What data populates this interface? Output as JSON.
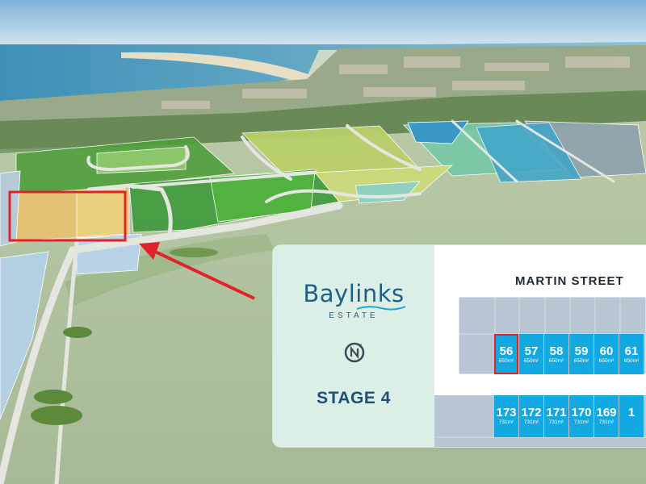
{
  "estate": {
    "name": "Baylinks",
    "subtitle": "ESTATE",
    "stage_label": "STAGE 4",
    "street_label": "MARTIN STREET"
  },
  "icons": {
    "compass": "compass-icon",
    "arrow": "arrow-icon"
  },
  "lots_north": [
    {
      "number": "56",
      "area": "650m²",
      "highlighted": true
    },
    {
      "number": "57",
      "area": "650m²"
    },
    {
      "number": "58",
      "area": "650m²"
    },
    {
      "number": "59",
      "area": "650m²"
    },
    {
      "number": "60",
      "area": "650m²"
    },
    {
      "number": "61",
      "area": "650m²"
    }
  ],
  "lots_south": [
    {
      "number": "173",
      "area": "731m²"
    },
    {
      "number": "172",
      "area": "731m²"
    },
    {
      "number": "171",
      "area": "731m²"
    },
    {
      "number": "170",
      "area": "731m²"
    },
    {
      "number": "169",
      "area": "731m²"
    },
    {
      "number": "1",
      "area": ""
    }
  ],
  "colors": {
    "lot_available": "#12a9e3",
    "lot_grey": "#b8c6d3",
    "highlight": "#e0232a",
    "brand": "#1d5f8a"
  }
}
